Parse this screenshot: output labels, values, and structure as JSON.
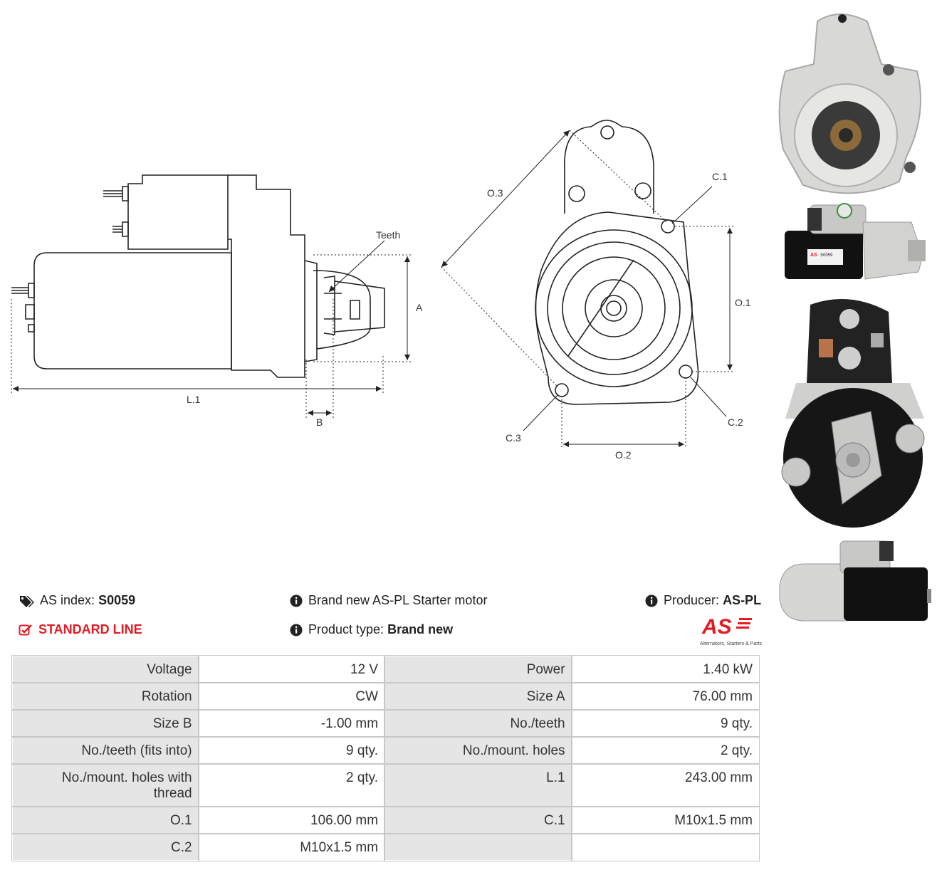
{
  "drawing_labels": {
    "teeth": "Teeth",
    "a": "A",
    "b": "B",
    "l1": "L.1",
    "c1": "C.1",
    "c2": "C.2",
    "c3": "C.3",
    "o1": "O.1",
    "o2": "O.2",
    "o3": "O.3"
  },
  "photos": {
    "top_label": "S0059",
    "logo_small": "AS"
  },
  "info": {
    "as_index_label": "AS index:",
    "as_index_value": "S0059",
    "line": "STANDARD LINE",
    "description": "Brand new AS-PL Starter motor",
    "product_type_label": "Product type:",
    "product_type_value": "Brand new",
    "producer_label": "Producer:",
    "producer_value": "AS-PL",
    "logo_text": "AS",
    "logo_tagline": "Alternators, Starters & Parts"
  },
  "colors": {
    "brand_red": "#e31b23",
    "label_bg": "#e5e5e5"
  },
  "specs": [
    [
      "Voltage",
      "12 V",
      "Power",
      "1.40 kW"
    ],
    [
      "Rotation",
      "CW",
      "Size A",
      "76.00 mm"
    ],
    [
      "Size B",
      "-1.00 mm",
      "No./teeth",
      "9 qty."
    ],
    [
      "No./teeth (fits into)",
      "9 qty.",
      "No./mount. holes",
      "2 qty."
    ],
    [
      "No./mount. holes with thread",
      "2 qty.",
      "L.1",
      "243.00 mm"
    ],
    [
      "O.1",
      "106.00 mm",
      "C.1",
      "M10x1.5 mm"
    ],
    [
      "C.2",
      "M10x1.5 mm",
      "",
      ""
    ]
  ]
}
